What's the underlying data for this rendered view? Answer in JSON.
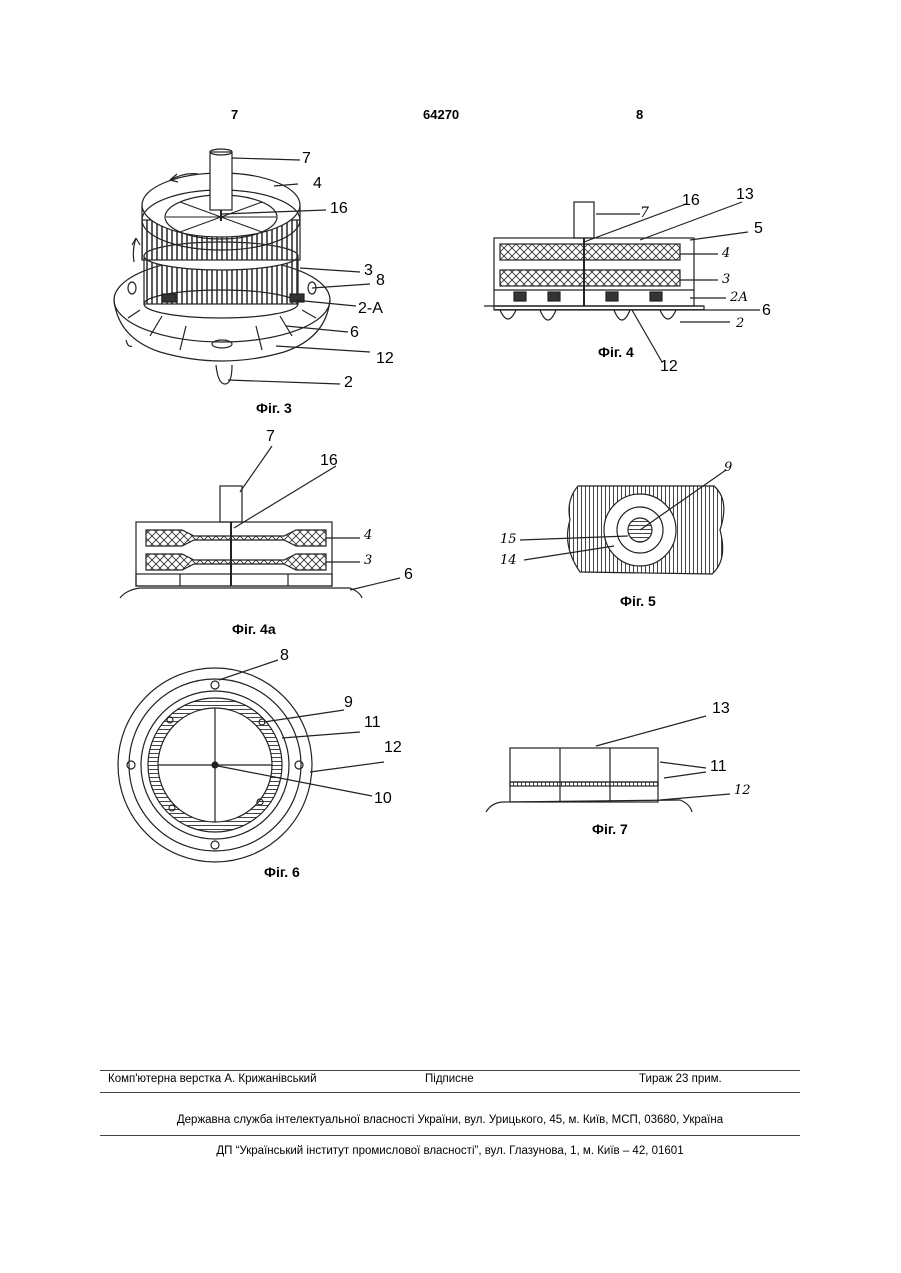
{
  "header": {
    "left_page": "7",
    "doc_number": "64270",
    "right_page": "8"
  },
  "figures": {
    "fig3": {
      "caption": "Фіг. 3",
      "labels": [
        "7",
        "4",
        "16",
        "3",
        "8",
        "2-A",
        "6",
        "12",
        "2"
      ]
    },
    "fig4": {
      "caption": "Фіг. 4",
      "labels": [
        "7",
        "16",
        "13",
        "5",
        "4",
        "3",
        "2А",
        "6",
        "2",
        "12"
      ]
    },
    "fig4a": {
      "caption": "Фіг. 4а",
      "labels": [
        "7",
        "16",
        "4",
        "3",
        "6"
      ]
    },
    "fig5": {
      "caption": "Фіг. 5",
      "labels": [
        "9",
        "15",
        "14"
      ]
    },
    "fig6": {
      "caption": "Фіг. 6",
      "labels": [
        "8",
        "9",
        "11",
        "12",
        "10"
      ]
    },
    "fig7": {
      "caption": "Фіг. 7",
      "labels": [
        "13",
        "11",
        "12"
      ]
    }
  },
  "footer": {
    "layout_by": "Комп'ютерна верстка А. Крижанівський",
    "signed": "Підписне",
    "circulation": "Тираж 23 прим.",
    "agency": "Державна служба інтелектуальної власності України, вул. Урицького, 45, м. Київ, МСП, 03680, Україна",
    "institute": "ДП “Український інститут промислової власності”, вул. Глазунова, 1, м. Київ – 42, 01601"
  }
}
